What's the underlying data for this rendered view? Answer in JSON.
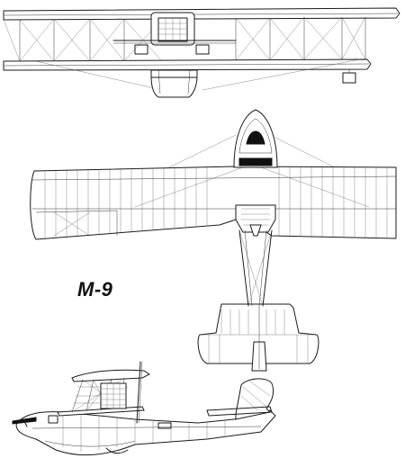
{
  "designation": "M-9",
  "views": [
    {
      "name": "front"
    },
    {
      "name": "top"
    },
    {
      "name": "side"
    }
  ]
}
